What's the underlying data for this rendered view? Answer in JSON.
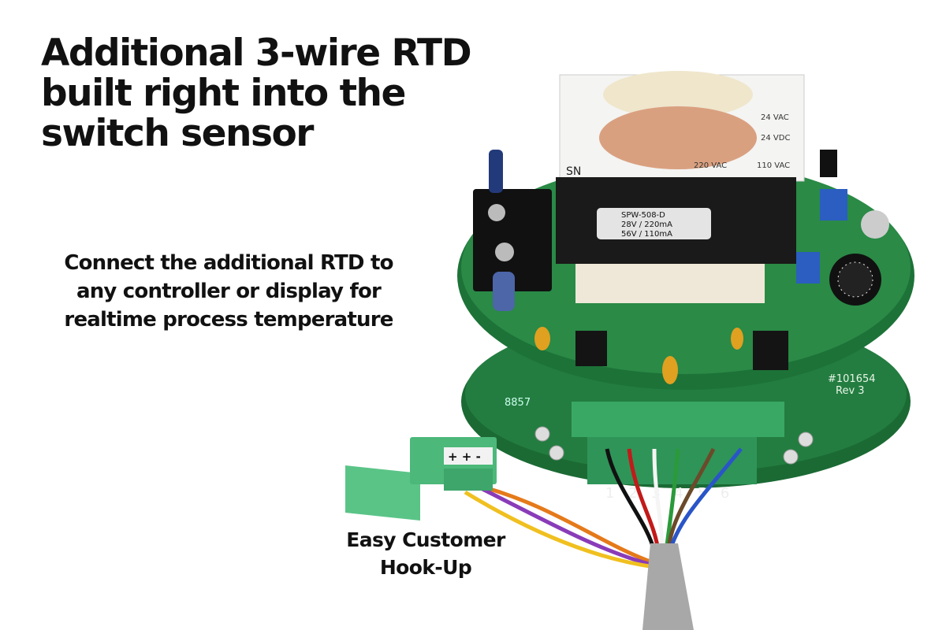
{
  "headline": {
    "lines": [
      "Additional 3-wire RTD",
      "built right into the",
      "switch sensor"
    ]
  },
  "subtext": {
    "lines": [
      "Connect the additional RTD to",
      "any controller or display for",
      "realtime process temperature"
    ]
  },
  "caption": {
    "lines": [
      "Easy Customer",
      "Hook-Up"
    ]
  },
  "product": {
    "transformer_label": [
      "SPW-508-D",
      "28V / 220mA",
      "56V / 110mA"
    ],
    "transformer_taps": [
      "24 VAC",
      "24 VDC",
      "220 VAC",
      "110 VAC"
    ],
    "transformer_sn": "SN",
    "plug_polarity": "+ + -",
    "terminal_numbers": "1 2 3 4 5 6",
    "board_marking": "#101654",
    "board_rev": "Rev 3",
    "board_code": "8857"
  },
  "colors": {
    "pcb": "#1f7a3c",
    "terminal": "#3aa865",
    "text": "#111111"
  }
}
